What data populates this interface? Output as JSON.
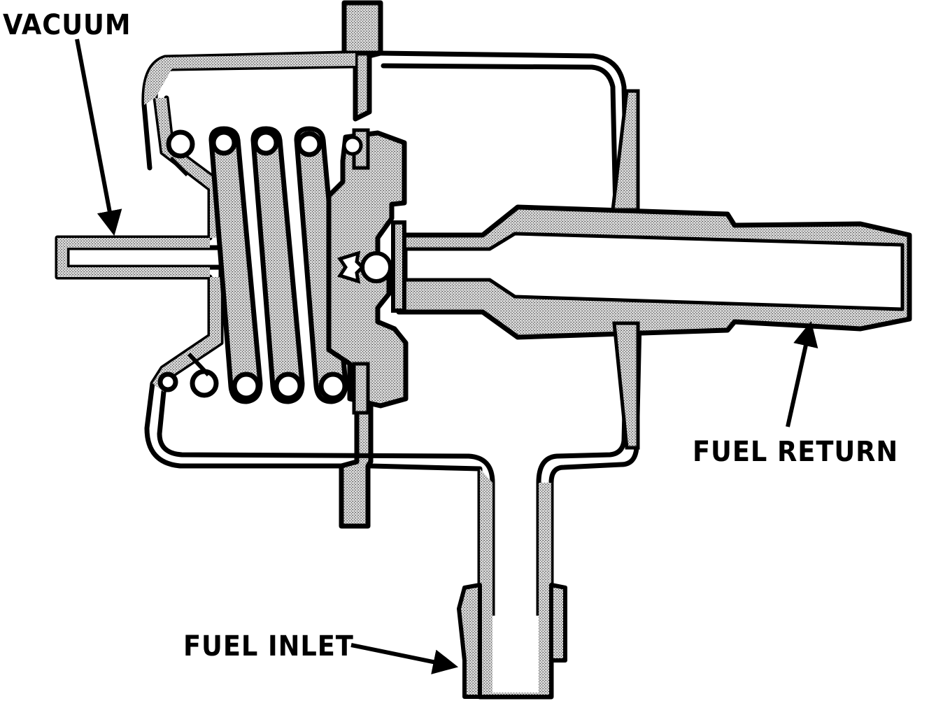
{
  "labels": {
    "vacuum": "VACUUM",
    "fuel_return": "FUEL RETURN",
    "fuel_inlet": "FUEL INLET"
  },
  "colors": {
    "ink": "#000000",
    "paper": "#ffffff",
    "stipple": "#9a9a9a"
  }
}
